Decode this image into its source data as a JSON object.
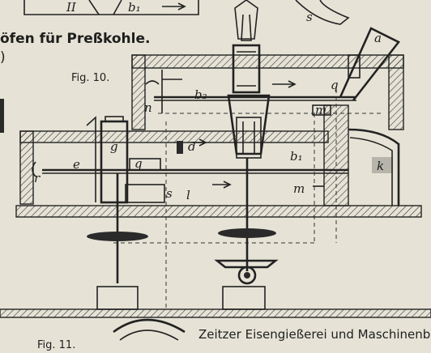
{
  "heading": "öfen für Preßkohle.",
  "heading_paren": ")",
  "fig10": "Fig. 10.",
  "fig11": "Fig. 11.",
  "footer": "Zeitzer Eisengießerei und Maschinenb",
  "labels": {
    "a": "a",
    "s_top": "s",
    "b2": "b₂",
    "q_top": "q",
    "n": "n",
    "m_top": "m",
    "g": "g",
    "d": "d",
    "e": "e",
    "q_mid": "q",
    "b1": "b₁",
    "k": "k",
    "r": "r",
    "s_mid": "s",
    "l": "l",
    "m_low": "m",
    "top_b1": "b₁",
    "top_ii": "II"
  }
}
